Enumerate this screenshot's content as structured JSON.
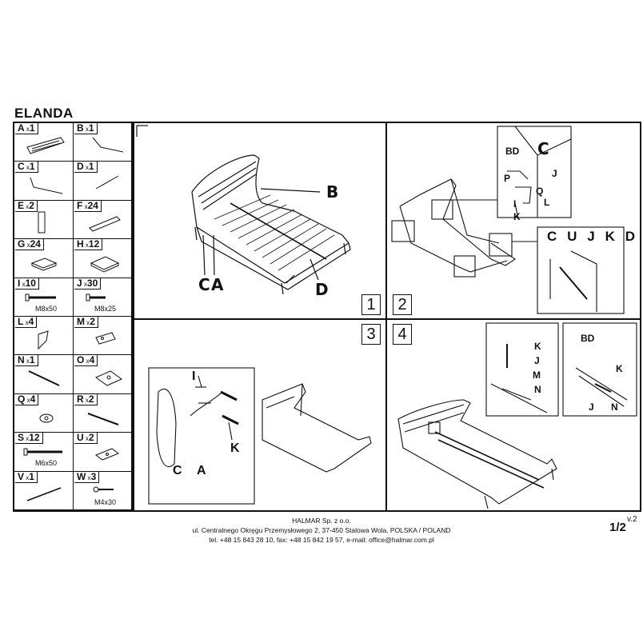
{
  "title": "ELANDA",
  "parts": [
    {
      "letter": "A",
      "qty": "1"
    },
    {
      "letter": "B",
      "qty": "1"
    },
    {
      "letter": "C",
      "qty": "1"
    },
    {
      "letter": "D",
      "qty": "1"
    },
    {
      "letter": "E",
      "qty": "2"
    },
    {
      "letter": "F",
      "qty": "24"
    },
    {
      "letter": "G",
      "qty": "24"
    },
    {
      "letter": "H",
      "qty": "12"
    },
    {
      "letter": "I",
      "qty": "10",
      "caption": "M8x50"
    },
    {
      "letter": "J",
      "qty": "30",
      "caption": "M8x25"
    },
    {
      "letter": "L",
      "qty": "4"
    },
    {
      "letter": "M",
      "qty": "2"
    },
    {
      "letter": "N",
      "qty": "1"
    },
    {
      "letter": "O",
      "qty": "4"
    },
    {
      "letter": "Q",
      "qty": "4"
    },
    {
      "letter": "R",
      "qty": "2"
    },
    {
      "letter": "S",
      "qty": "12",
      "caption": "M6x50"
    },
    {
      "letter": "U",
      "qty": "2"
    },
    {
      "letter": "V",
      "qty": "1"
    },
    {
      "letter": "W",
      "qty": "3",
      "caption": "M4x30"
    }
  ],
  "steps": [
    "1",
    "2",
    "3",
    "4"
  ],
  "labels": {
    "step1": {
      "b": "B",
      "c": "C",
      "a": "A",
      "d": "D"
    },
    "step2": {
      "bd": "BD",
      "c": "C",
      "p": "P",
      "j": "J",
      "q": "Q",
      "i": "I",
      "l": "L",
      "k": "K",
      "row": [
        "C",
        "U",
        "J",
        "K",
        "D"
      ]
    },
    "step3": {
      "i": "I",
      "k": "K",
      "c": "C",
      "a": "A"
    },
    "step4": {
      "k": "K",
      "j": "J",
      "m": "M",
      "n": "N",
      "bd": "BD",
      "k2": "K",
      "j2": "J",
      "n2": "N"
    }
  },
  "footer": {
    "line1": "HALMAR Sp. z o.o.",
    "line2": "ul. Centralnego Okręgu Przemysłowego 2, 37-450 Stalowa Wola, POLSKA / POLAND",
    "line3": "tel. +48 15 843 28 10, fax: +48 15 842 19 57, e-mail: office@halmar.com.pl"
  },
  "page": "1/2",
  "version": "v.2"
}
